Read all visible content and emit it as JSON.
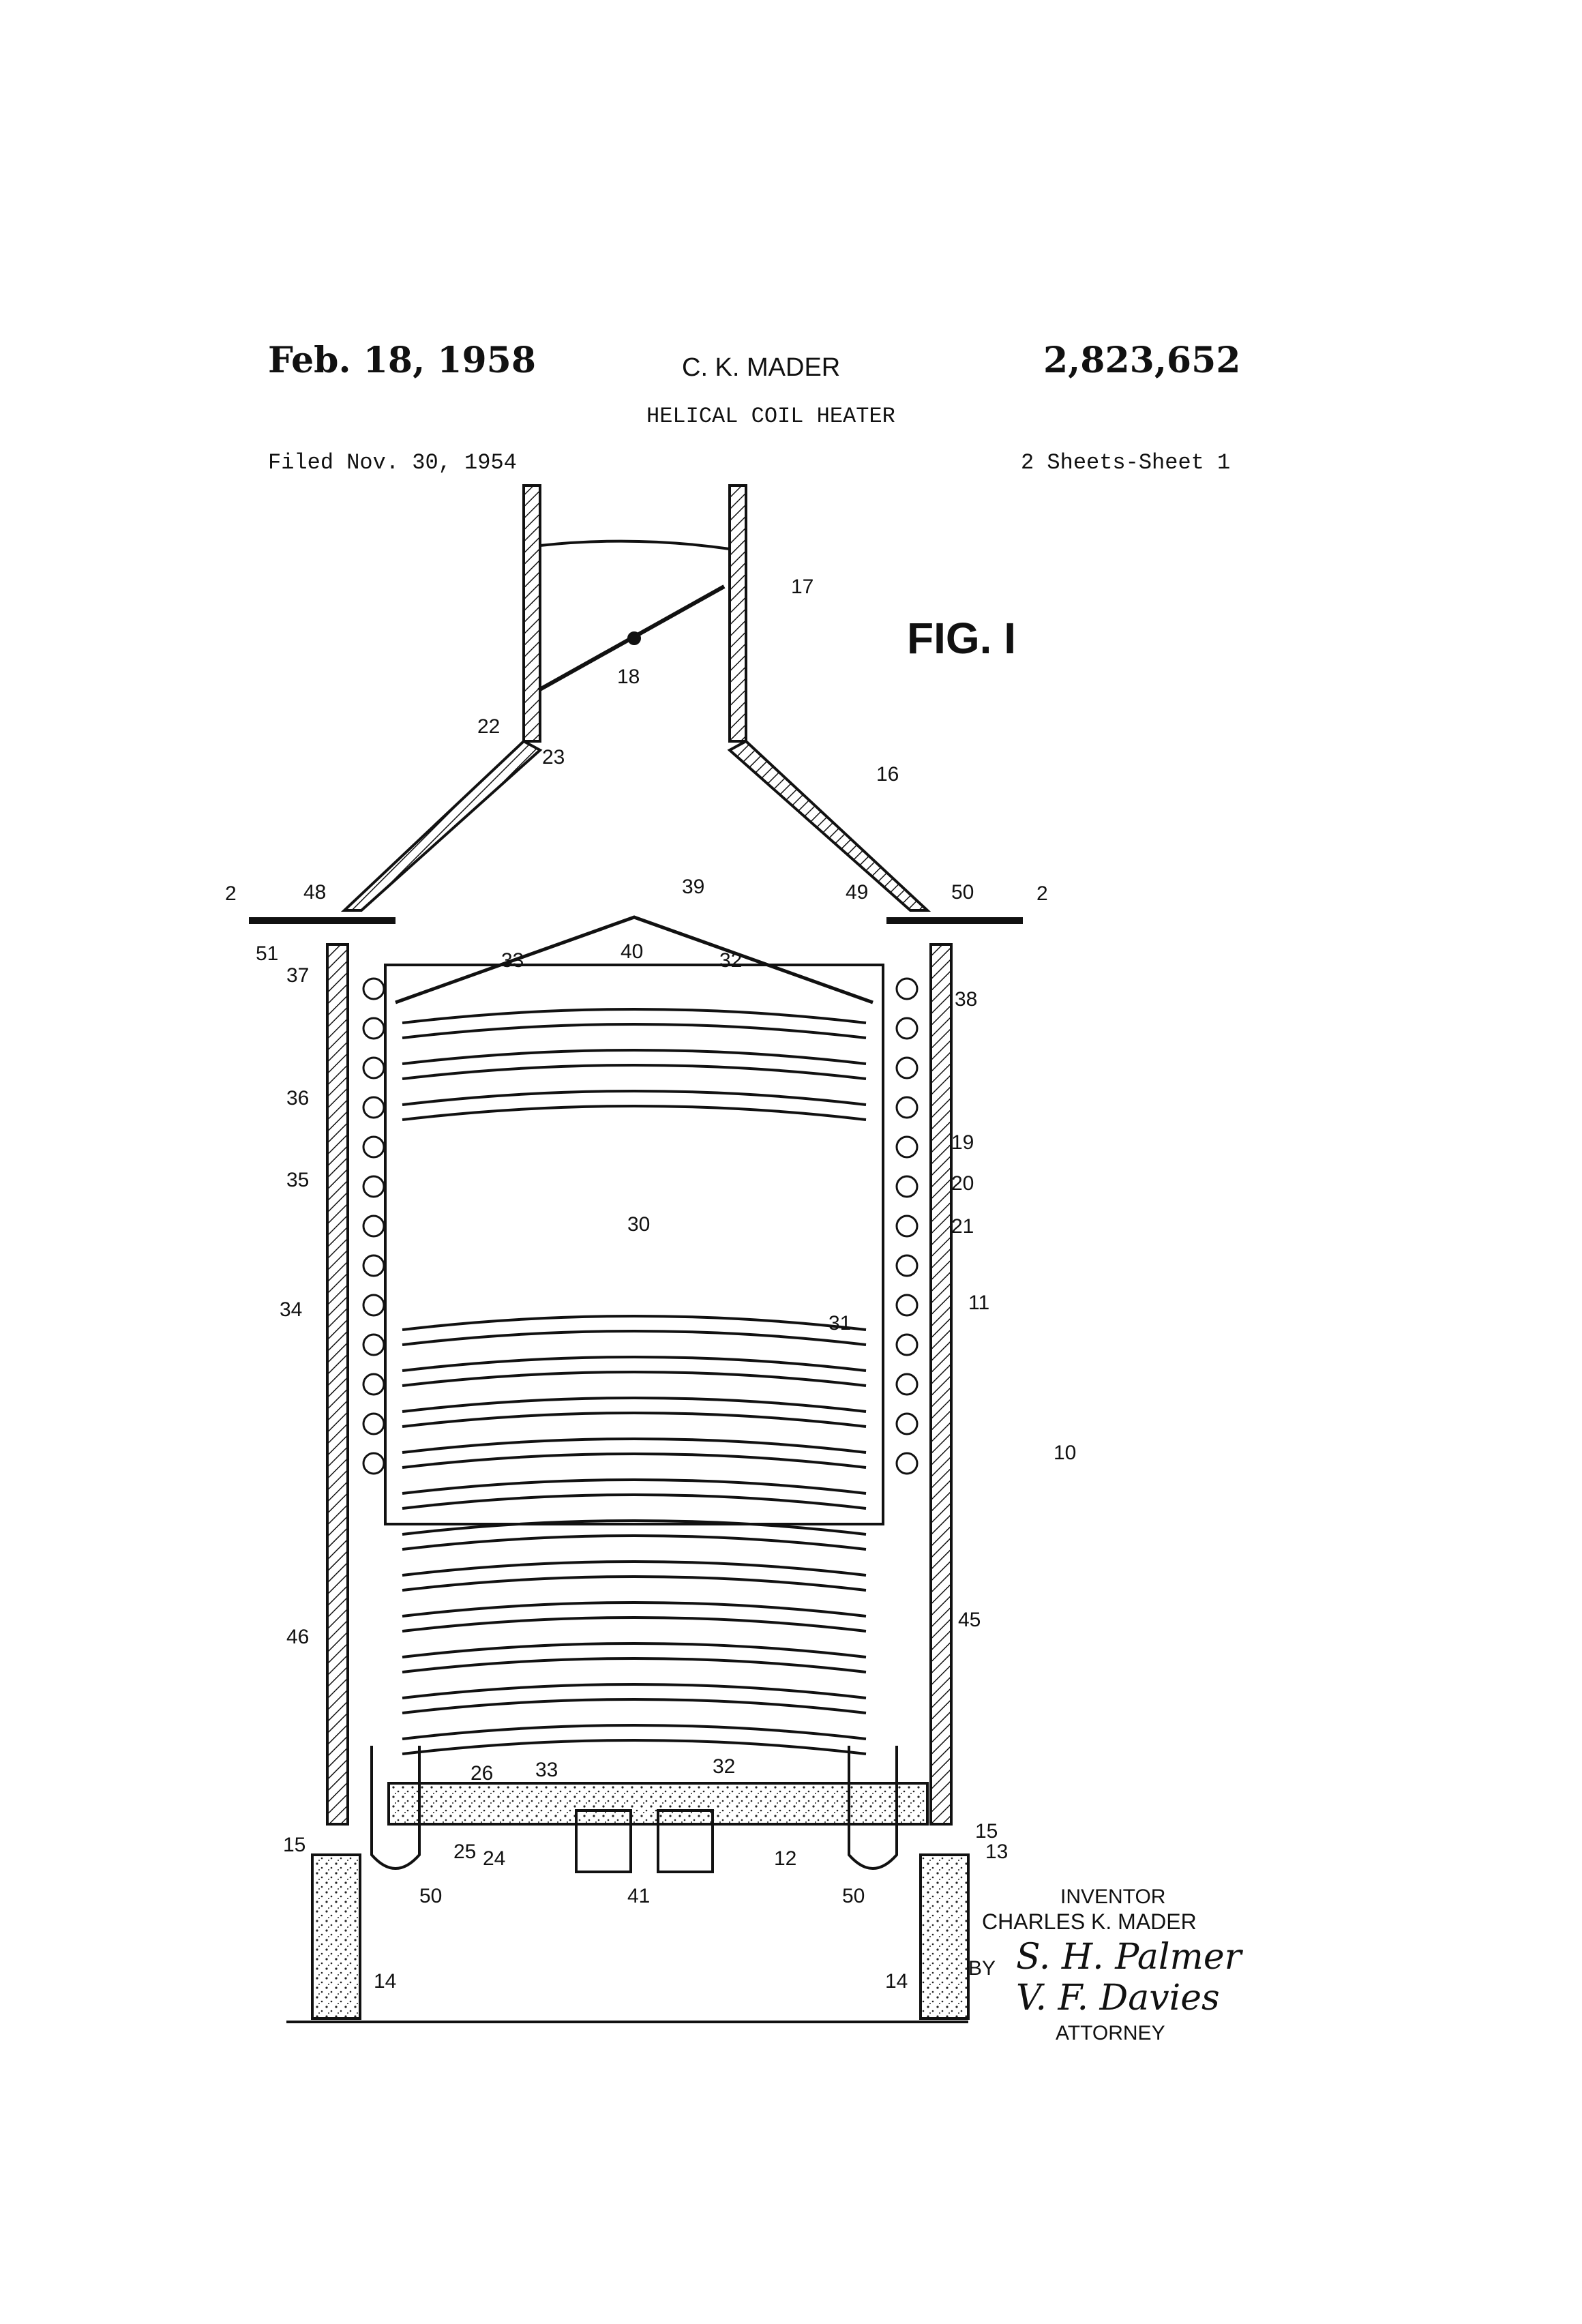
{
  "header": {
    "date": "Feb. 18, 1958",
    "inventor_name": "C. K. MADER",
    "patent_number": "2,823,652",
    "title": "HELICAL COIL HEATER",
    "filed": "Filed Nov. 30, 1954",
    "sheets": "2 Sheets-Sheet 1"
  },
  "figure": {
    "label": "FIG. I",
    "section_marks": [
      "2",
      "2"
    ],
    "reference_numerals": [
      "10",
      "11",
      "12",
      "13",
      "14",
      "14",
      "15",
      "15",
      "16",
      "17",
      "18",
      "19",
      "20",
      "21",
      "22",
      "23",
      "24",
      "25",
      "26",
      "30",
      "31",
      "32",
      "32",
      "33",
      "33",
      "34",
      "35",
      "36",
      "37",
      "38",
      "39",
      "40",
      "41",
      "45",
      "46",
      "48",
      "49",
      "50",
      "50",
      "50",
      "51"
    ]
  },
  "footer": {
    "inventor_caption": "INVENTOR",
    "inventor_full_name": "CHARLES K. MADER",
    "by": "BY",
    "signature_1": "S. H. Palmer",
    "signature_2": "V. F. Davies",
    "attorney_caption": "ATTORNEY"
  }
}
